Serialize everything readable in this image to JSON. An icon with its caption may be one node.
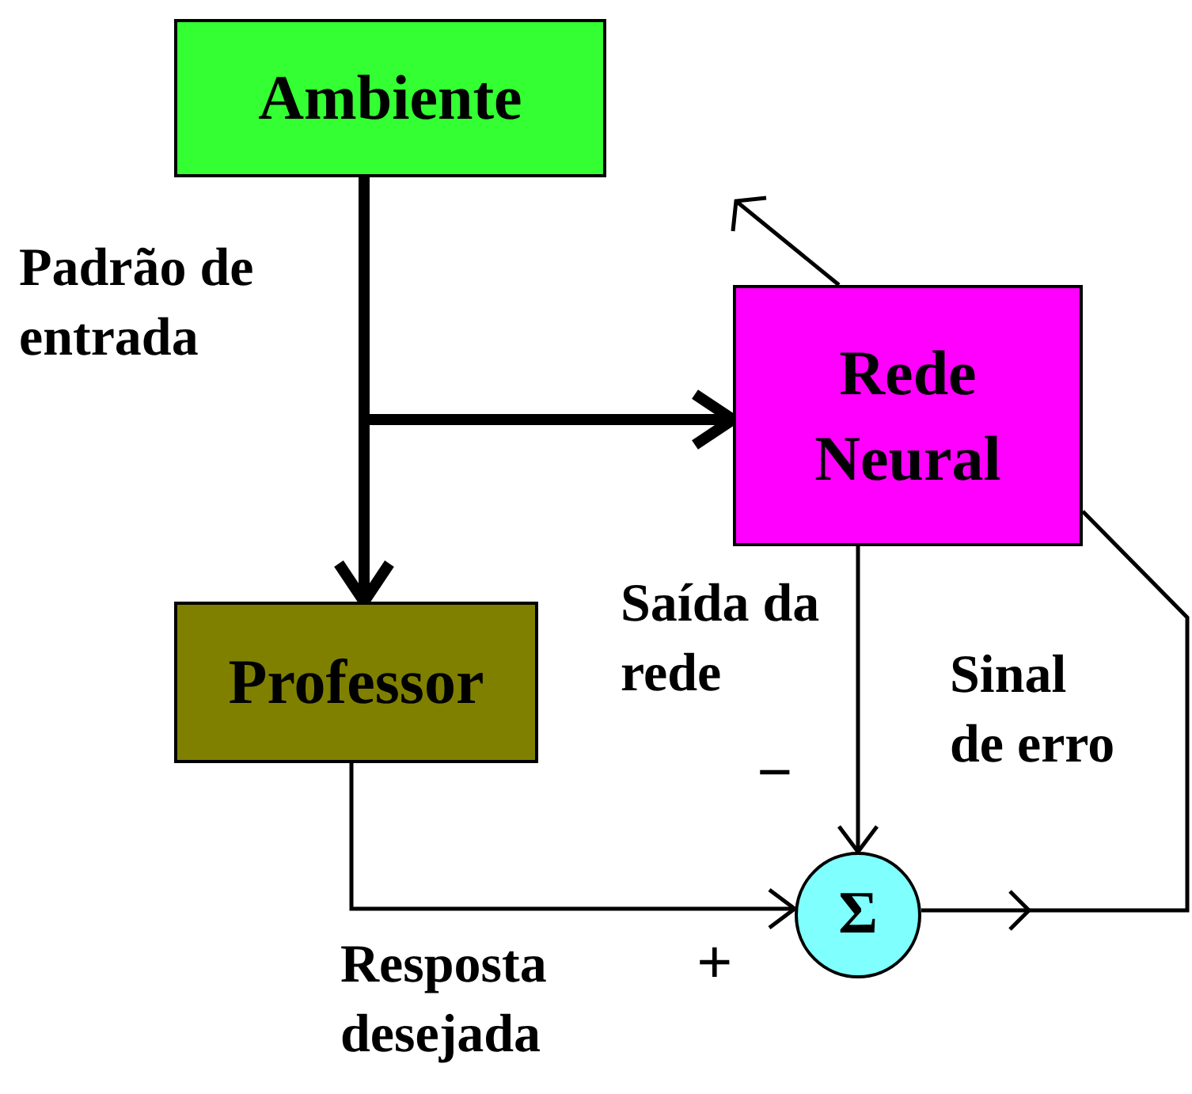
{
  "diagram": {
    "nodes": [
      {
        "text": [
          "Ambiente"
        ]
      },
      {
        "text": [
          "Rede Neural"
        ]
      },
      {
        "text": [
          "Professor"
        ]
      },
      {
        "text": [
          "Σ"
        ]
      }
    ],
    "edges": [
      {
        "from": 0,
        "to": 2,
        "arrow": "to",
        "style": "thick"
      },
      {
        "from": 0,
        "to": 1,
        "arrow": "to",
        "style": "thick"
      },
      {
        "from": 1,
        "to": 3,
        "arrow": "to"
      },
      {
        "from": 2,
        "to": 3,
        "arrow": "to"
      },
      {
        "from": 3,
        "to": 1,
        "arrow": "to"
      }
    ],
    "labels": [
      "Padrão de entrada",
      "Saída da rede",
      "Sinal de erro",
      "−",
      "+",
      "Resposta desejada"
    ]
  }
}
